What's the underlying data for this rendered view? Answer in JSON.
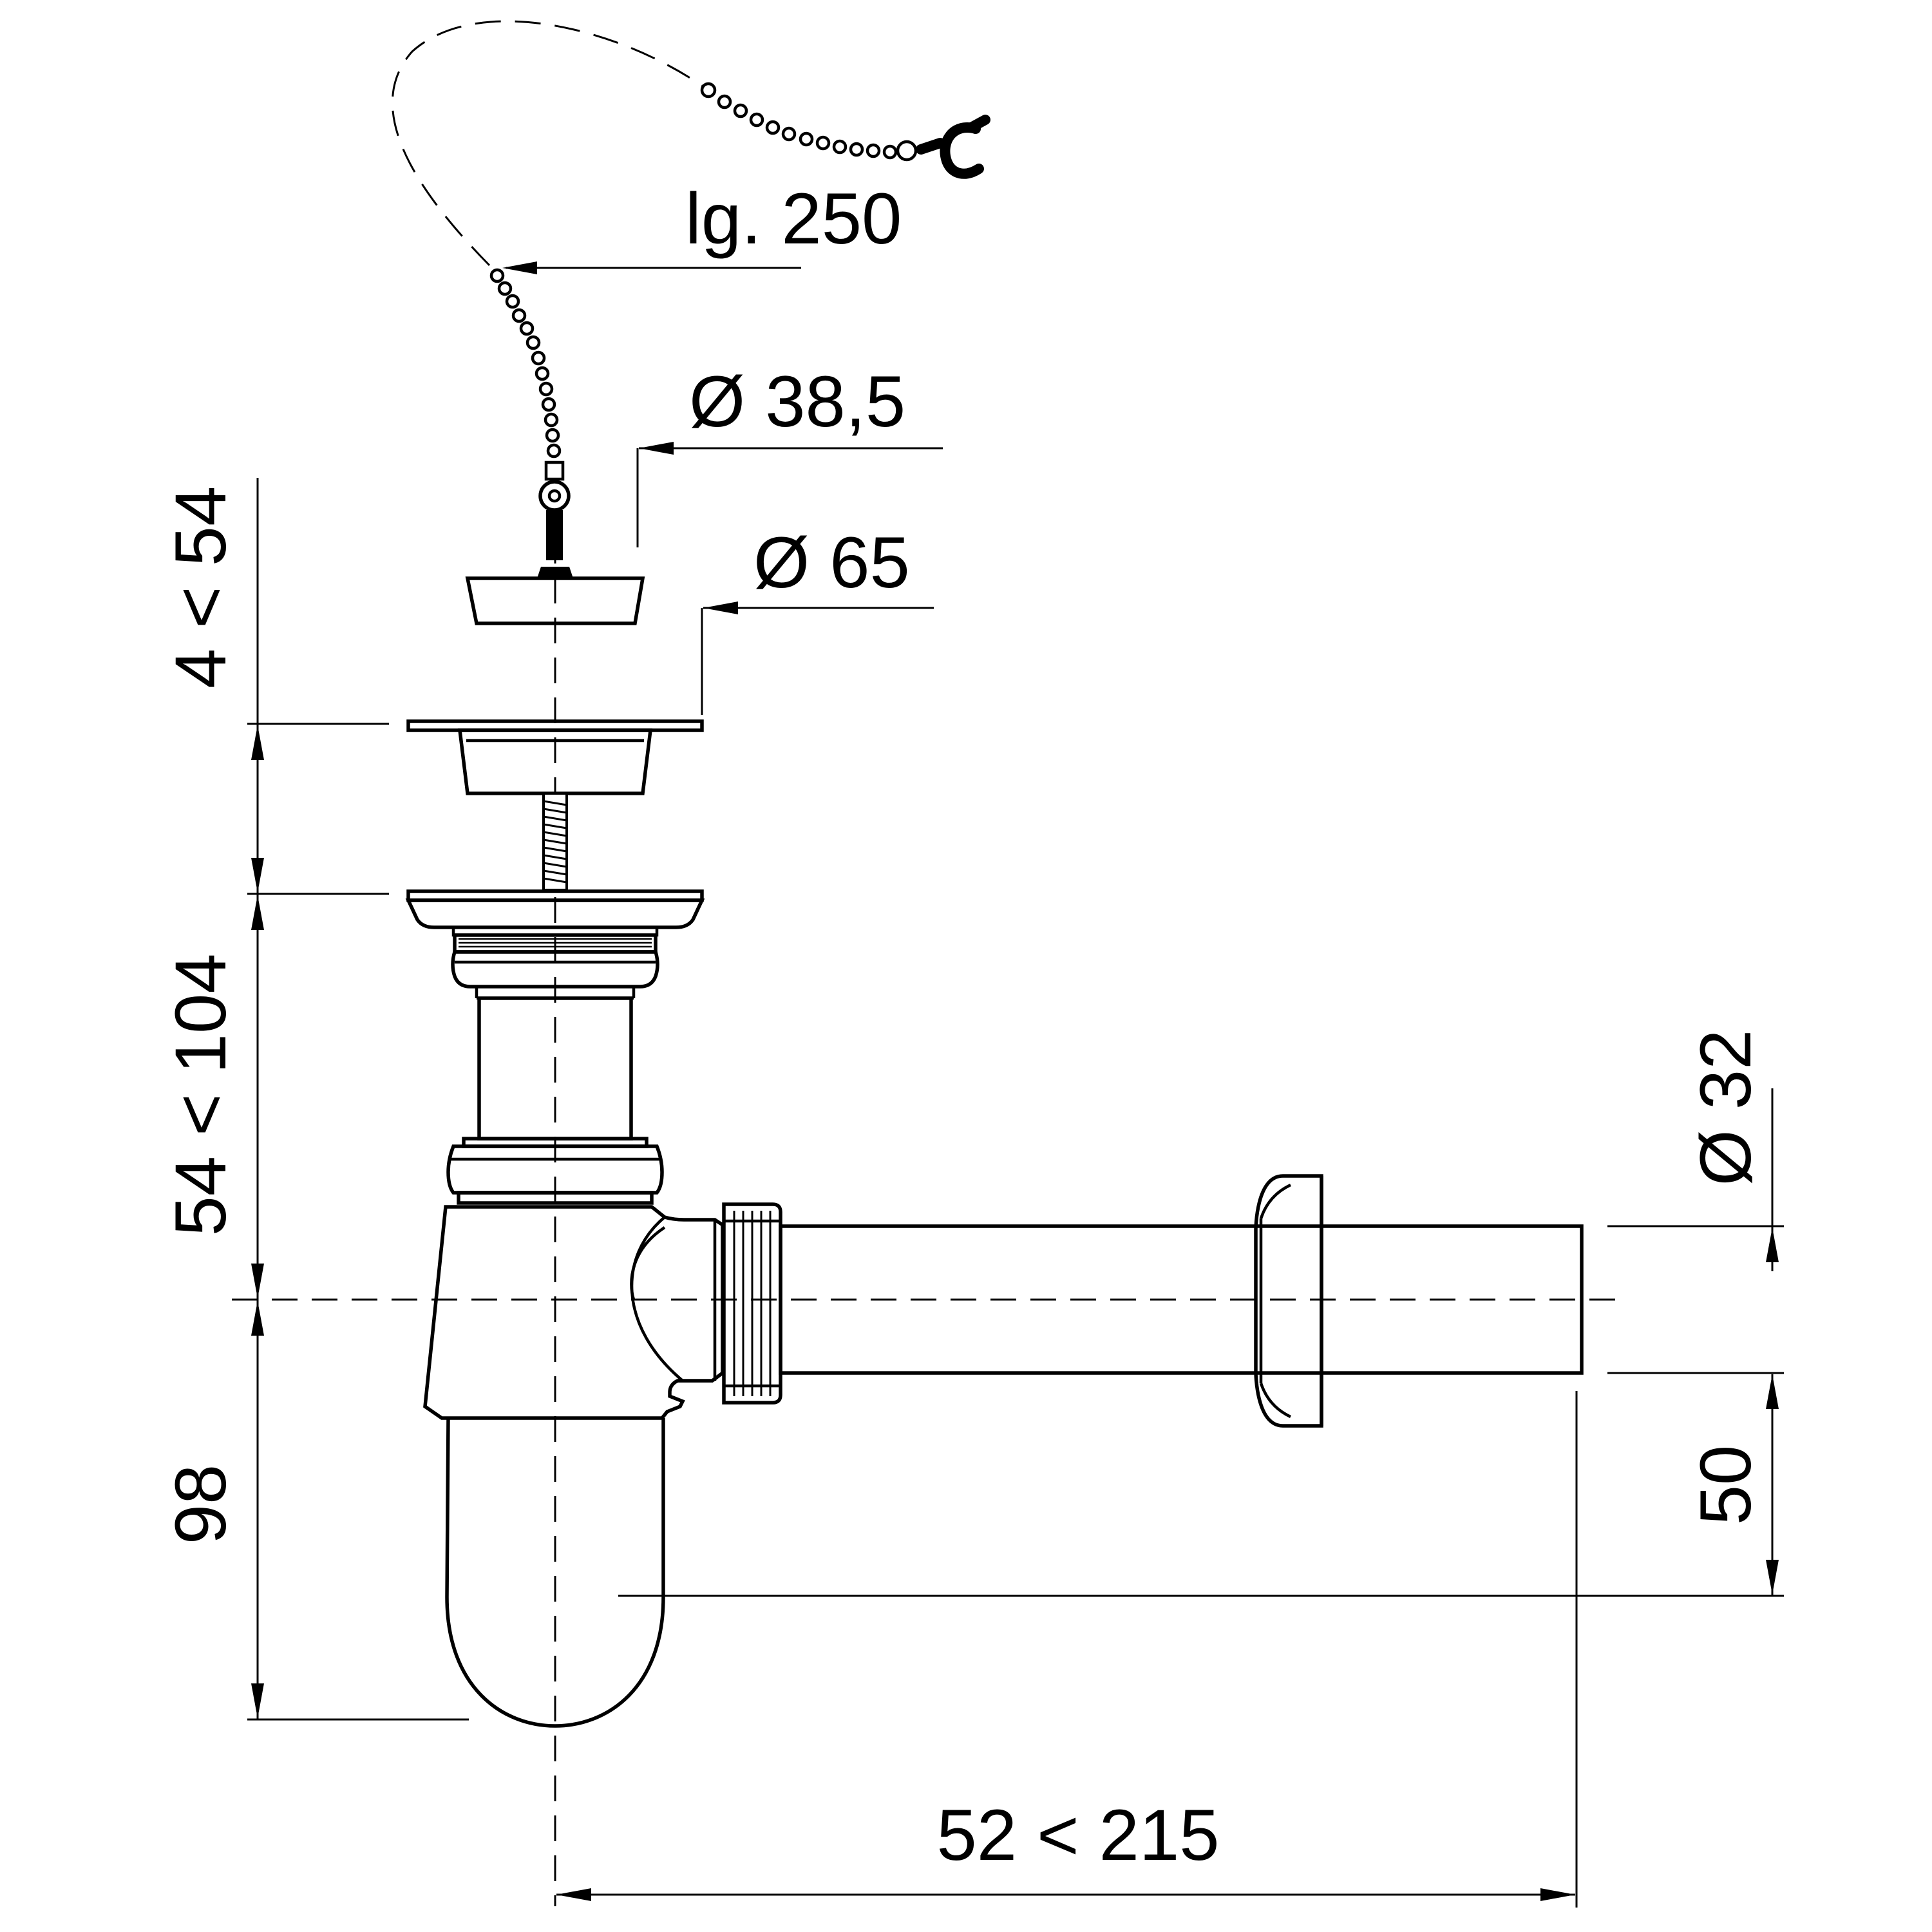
{
  "dimensions": {
    "chain_length": "lg. 250",
    "stopper_diameter": "Ø 38,5",
    "flange_diameter": "Ø 65",
    "outlet_diameter": "Ø 32",
    "upper_height": "4 < 54",
    "middle_height": "54 < 104",
    "lower_height": "98",
    "outlet_height": "50",
    "horizontal_length": "52 < 215"
  }
}
